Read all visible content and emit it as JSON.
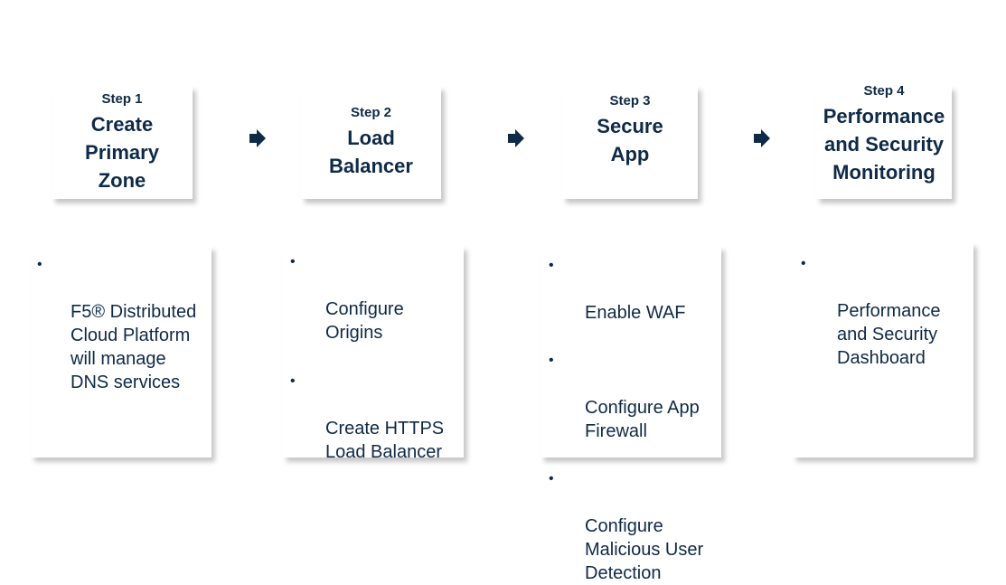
{
  "steps": [
    {
      "label": "Step 1",
      "title": "Create\nPrimary\nZone"
    },
    {
      "label": "Step 2",
      "title": "Load\nBalancer"
    },
    {
      "label": "Step 3",
      "title": "Secure\nApp"
    },
    {
      "label": "Step 4",
      "title": "Performance\nand Security\nMonitoring"
    }
  ],
  "details": [
    {
      "items": [
        "F5® Distributed\nCloud Platform\nwill manage\nDNS services"
      ]
    },
    {
      "items": [
        "Configure\nOrigins",
        "Create HTTPS\nLoad Balancer"
      ]
    },
    {
      "items": [
        "Enable WAF",
        "Configure App\nFirewall",
        "Configure\nMalicious User\nDetection"
      ]
    },
    {
      "items": [
        "Performance\nand Security\nDashboard"
      ]
    }
  ],
  "bullet_glyph": "•",
  "colors": {
    "text": "#0e2a47",
    "arrow": "#0e2a47"
  },
  "icons": {
    "arrow": "right-arrow-icon"
  }
}
